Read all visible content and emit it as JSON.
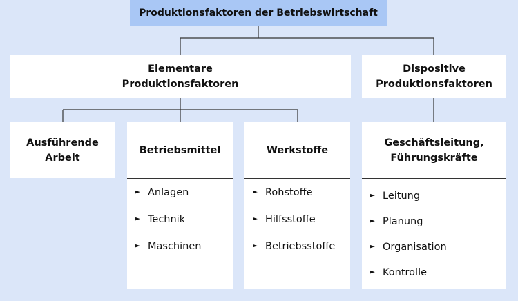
{
  "root": "Produktionsfaktoren der Betriebswirtschaft",
  "elementare": "Elementare\nProduktionsfaktoren",
  "dispositive": "Dispositive\nProduktionsfaktoren",
  "ausfuehrende": "Ausführende\nArbeit",
  "betriebsmittel": {
    "title": "Betriebsmittel",
    "items": [
      "Anlagen",
      "Technik",
      "Maschinen"
    ]
  },
  "werkstoffe": {
    "title": "Werkstoffe",
    "items": [
      "Rohstoffe",
      "Hilfsstoffe",
      "Betriebsstoffe"
    ]
  },
  "geschaeftsleitung": {
    "title": "Geschäftsleitung,\nFührungskräfte",
    "items": [
      "Leitung",
      "Planung",
      "Organisation",
      "Kontrolle"
    ]
  },
  "bullet_icon": "triangle-right-icon"
}
